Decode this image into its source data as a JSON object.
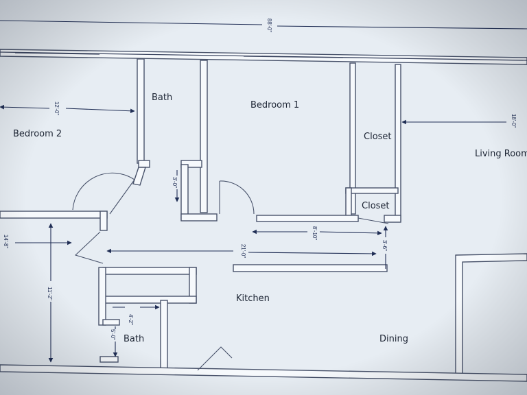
{
  "rooms": {
    "bath_upper": "Bath",
    "bedroom_1": "Bedroom 1",
    "bedroom_2": "Bedroom 2",
    "closet_upper": "Closet",
    "closet_lower": "Closet",
    "living_room": "Living Room",
    "kitchen": "Kitchen",
    "bath_lower": "Bath",
    "dining": "Dining"
  },
  "dimensions": {
    "overall_width": "88'-0\"",
    "bedroom_2_width": "12'-0\"",
    "living_room_width": "18'-0\"",
    "bath_door_gap": "3'-0\"",
    "hall_width": "21'-0\"",
    "hall_segment": "8'-10\"",
    "closet_depth": "3'-6\"",
    "left_depth": "14'-8\"",
    "vertical_run": "11'-2\"",
    "bath_width": "4'-2\"",
    "bath_depth": "5'-0\""
  },
  "colors": {
    "background": "#e7edf3",
    "walls": "#48526a",
    "dimension_lines": "#1f2d54",
    "labels": "#1c2433"
  }
}
